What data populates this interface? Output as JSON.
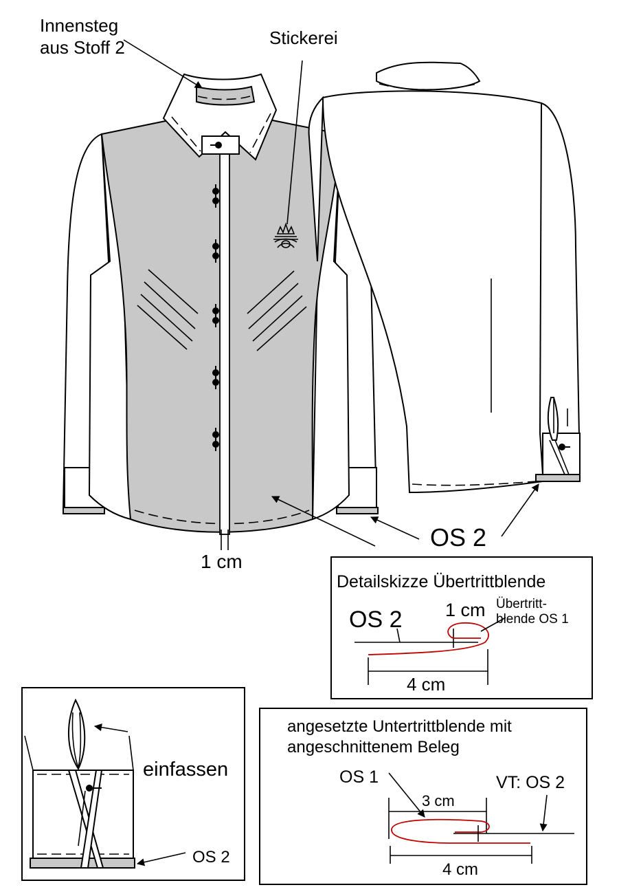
{
  "labels": {
    "innensteg_line1": "Innensteg",
    "innensteg_line2": "aus Stoff 2",
    "stickerei": "Stickerei",
    "one_cm_front": "1 cm",
    "os2_main": "OS 2"
  },
  "detail_uebertritt": {
    "title": "Detailskizze Übertrittblende",
    "os2": "OS 2",
    "one_cm": "1 cm",
    "blende_line1": "Übertritt-",
    "blende_line2": "blende OS 1",
    "width": "4 cm"
  },
  "detail_untertritt": {
    "title_line1": "angesetzte Untertrittblende mit",
    "title_line2": "angeschnittenem Beleg",
    "os1": "OS 1",
    "vt_os2": "VT: OS 2",
    "three_cm": "3 cm",
    "four_cm": "4 cm"
  },
  "detail_cuff": {
    "einfassen": "einfassen",
    "os2": "OS 2"
  },
  "colors": {
    "fabric_os2": "#c8c8c8",
    "fabric_os1_line": "#c00000",
    "outline": "#000000"
  }
}
